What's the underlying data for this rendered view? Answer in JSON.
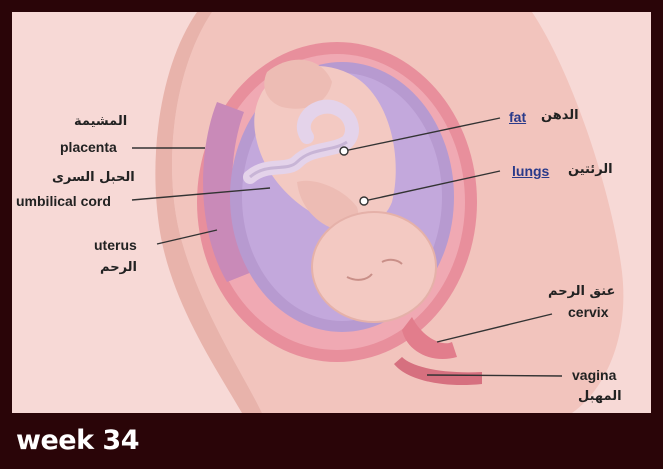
{
  "labels": {
    "placenta_ar": "المشيمة",
    "placenta_en": "placenta",
    "cord_ar": "الحبل السرى",
    "cord_en": "umbilical cord",
    "uterus_en": "uterus",
    "uterus_ar": "الرحم",
    "fat_en": "fat",
    "fat_ar": "الدهن",
    "lungs_en": "lungs",
    "lungs_ar": "الرئتين",
    "cervix_ar": "عنق الرحم",
    "cervix_en": "cervix",
    "vagina_en": "vagina",
    "vagina_ar": "المهبل"
  },
  "caption": "week 34",
  "colors": {
    "frame": "#2a0508",
    "background": "#f7d9d6",
    "uterus_wall": "#e88f9c",
    "amniotic": "#b79ad0",
    "skin": "#f3c9c2"
  }
}
